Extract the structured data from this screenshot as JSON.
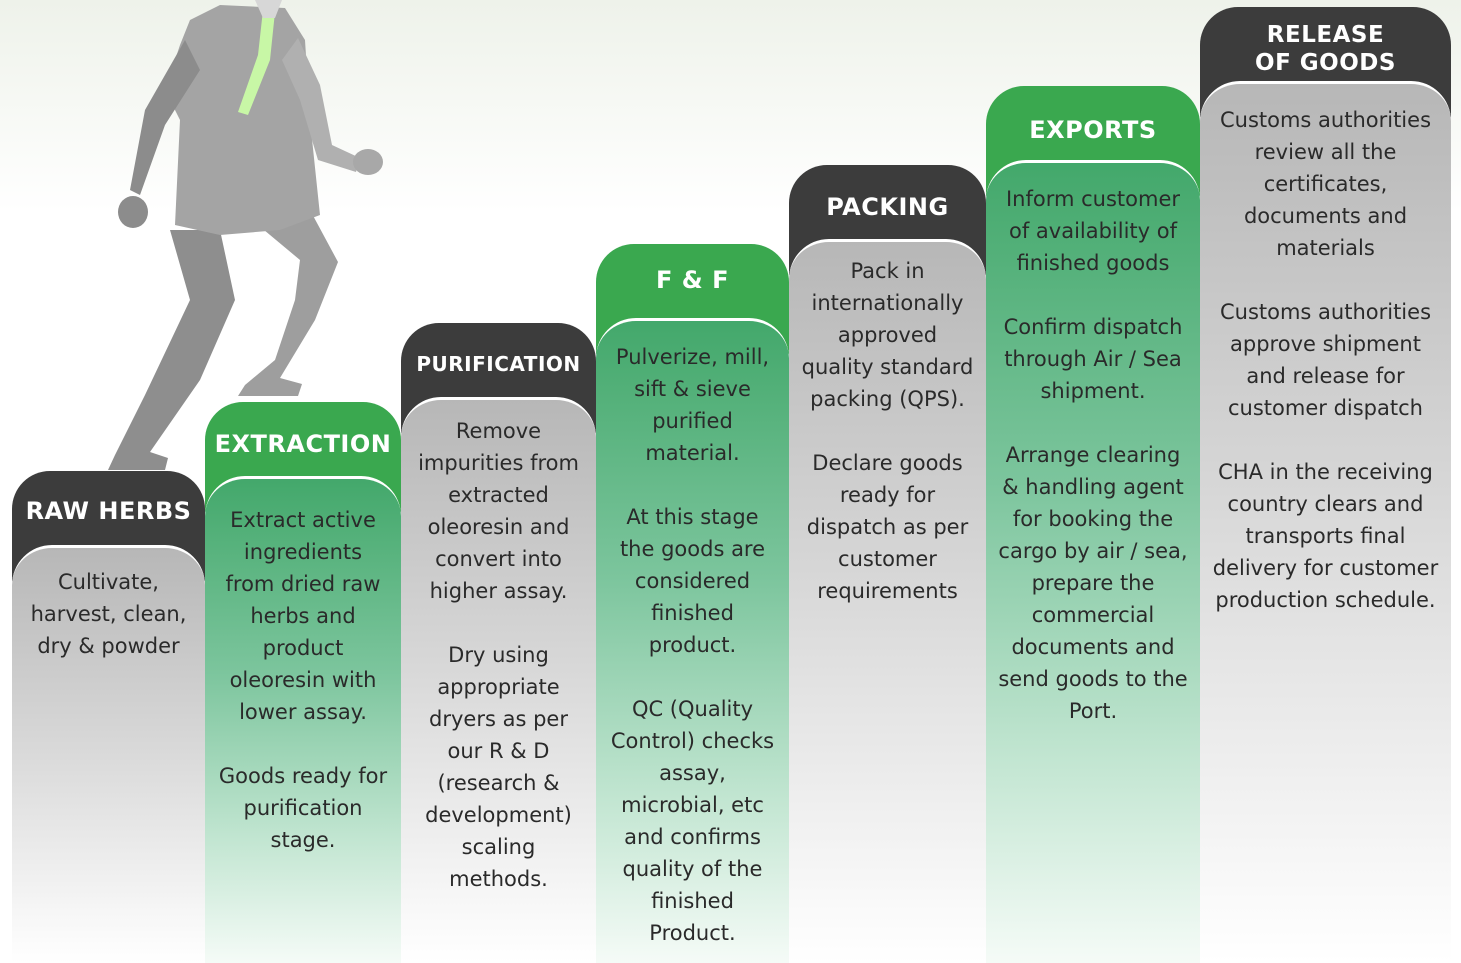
{
  "colors": {
    "dark_header": "#3c3c3c",
    "green_header": "#3aa84f",
    "grey_body": "#bdbdbd",
    "green_body": "#5cb783",
    "tie": "#c8f7a6",
    "figure": "#9b9b9b"
  },
  "illustration": "walking-businessman-figure",
  "steps": [
    {
      "title": "RAW HERBS",
      "paragraphs": [
        "Cultivate, harvest, clean, dry & powder"
      ]
    },
    {
      "title": "EXTRACTION",
      "paragraphs": [
        "Extract active ingredients from dried raw herbs and product oleoresin with lower assay.",
        "Goods ready for purification stage."
      ]
    },
    {
      "title": "PURIFICATION",
      "paragraphs": [
        "Remove impurities from extracted oleoresin and convert into higher assay.",
        "Dry using appropriate dryers as per our R & D (research & development) scaling methods."
      ]
    },
    {
      "title": "F & F",
      "paragraphs": [
        "Pulverize, mill, sift & sieve purified material.",
        "At this stage the goods are considered finished product.",
        "QC (Quality Control) checks assay, microbial, etc and confirms quality of the finished Product."
      ]
    },
    {
      "title": "PACKING",
      "paragraphs": [
        "Pack in internationally approved quality standard packing (QPS).",
        "Declare goods ready for dispatch as per customer requirements"
      ]
    },
    {
      "title": "EXPORTS",
      "paragraphs": [
        "Inform customer of availability of finished goods",
        "Confirm dispatch through Air / Sea shipment.",
        "Arrange clearing & handling agent for booking the cargo by air / sea, prepare the commercial documents and send goods to the Port."
      ]
    },
    {
      "title": "RELEASE\nOF GOODS",
      "paragraphs": [
        "Customs authorities review all the certificates, documents and materials",
        "Customs authorities approve shipment and release for customer dispatch",
        "CHA in the receiving country clears and transports final delivery for customer production schedule."
      ]
    }
  ]
}
